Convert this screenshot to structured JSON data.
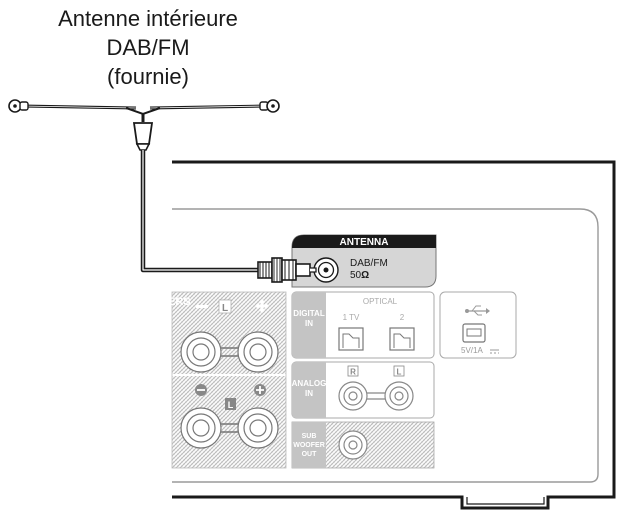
{
  "caption": {
    "line1": "Antenne intérieure",
    "line2": "DAB/FM",
    "line3": "(fournie)"
  },
  "panel": {
    "antenna_title": "ANTENNA",
    "antenna_type": "DAB/FM",
    "antenna_impedance": "50",
    "antenna_impedance_unit": "Ω",
    "speakers_partial_label": "ERS",
    "speaker_channel_top": "L",
    "speaker_channel_bottom": "L",
    "digital_in_line1": "DIGITAL",
    "digital_in_line2": "IN",
    "optical_label": "OPTICAL",
    "optical_port1": "1 TV",
    "optical_port2": "2",
    "usb_rating": "5V/1A",
    "analog_in_line1": "ANALOG",
    "analog_in_line2": "IN",
    "analog_r": "R",
    "analog_l": "L",
    "sub_line1": "SUB",
    "sub_line2": "WOOFER",
    "sub_line3": "OUT"
  },
  "colors": {
    "cable": "#1a1a1a",
    "panel_outline": "#1a1a1a",
    "panel_inner": "#9a9a9a",
    "antenna_box": "#d8d8d8",
    "antenna_header": "#1a1a1a",
    "hatch": "#bdbdbd"
  }
}
